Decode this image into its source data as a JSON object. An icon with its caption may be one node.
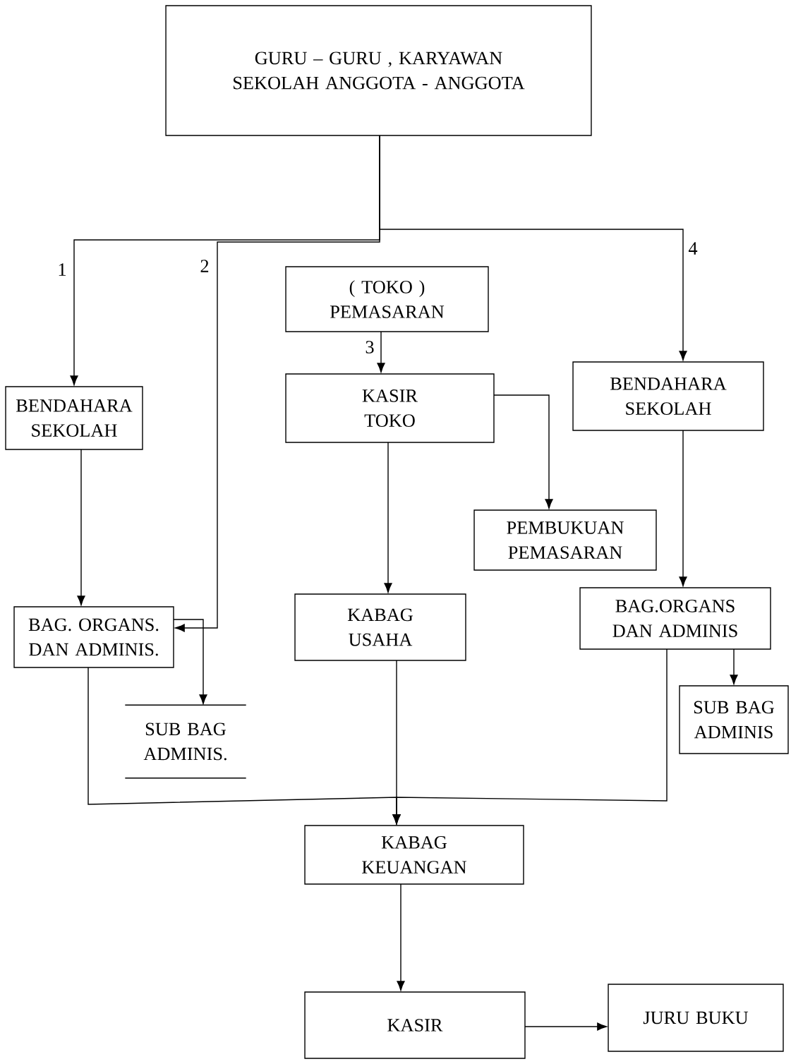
{
  "diagram": {
    "nodes": [
      {
        "text": [
          "GURU – GURU , KARYAWAN SEKOLAH ANGGOTA - ANGGOTA"
        ]
      },
      {
        "text": [
          "BENDAHARA SEKOLAH"
        ]
      },
      {
        "text": [
          "( TOKO ) PEMASARAN"
        ]
      },
      {
        "text": [
          "KASIR TOKO"
        ]
      },
      {
        "text": [
          "BENDAHARA SEKOLAH"
        ]
      },
      {
        "text": [
          "PEMBUKUAN PEMASARAN"
        ]
      },
      {
        "text": [
          "BAG. ORGANS. DAN ADMINIS."
        ]
      },
      {
        "text": [
          "KABAG USAHA"
        ]
      },
      {
        "text": [
          "BAG.ORGANS DAN ADMINIS"
        ]
      },
      {
        "text": [
          "SUB BAG ADMINIS."
        ]
      },
      {
        "text": [
          "SUB BAG ADMINIS"
        ]
      },
      {
        "text": [
          "KABAG KEUANGAN"
        ]
      },
      {
        "text": [
          "KASIR"
        ]
      },
      {
        "text": [
          "JURU BUKU"
        ]
      }
    ],
    "edges": [
      {
        "from": 0,
        "to": 1,
        "arrow": "to",
        "label": "1"
      },
      {
        "from": 0,
        "to": 6,
        "arrow": "to",
        "label": "2"
      },
      {
        "from": 0,
        "to": 4,
        "arrow": "to",
        "label": "4"
      },
      {
        "from": 2,
        "to": 3,
        "arrow": "to",
        "label": "3"
      },
      {
        "from": 3,
        "to": 5,
        "arrow": "to"
      },
      {
        "from": 3,
        "to": 7,
        "arrow": "to"
      },
      {
        "from": 1,
        "to": 6,
        "arrow": "to"
      },
      {
        "from": 4,
        "to": 8,
        "arrow": "to"
      },
      {
        "from": 6,
        "to": 9,
        "arrow": "to"
      },
      {
        "from": 8,
        "to": 10,
        "arrow": "to"
      },
      {
        "from": 6,
        "to": 11,
        "arrow": "to"
      },
      {
        "from": 7,
        "to": 11,
        "arrow": "to"
      },
      {
        "from": 8,
        "to": 11,
        "arrow": "to"
      },
      {
        "from": 11,
        "to": 12,
        "arrow": "to"
      },
      {
        "from": 12,
        "to": 13,
        "arrow": "to"
      }
    ]
  }
}
